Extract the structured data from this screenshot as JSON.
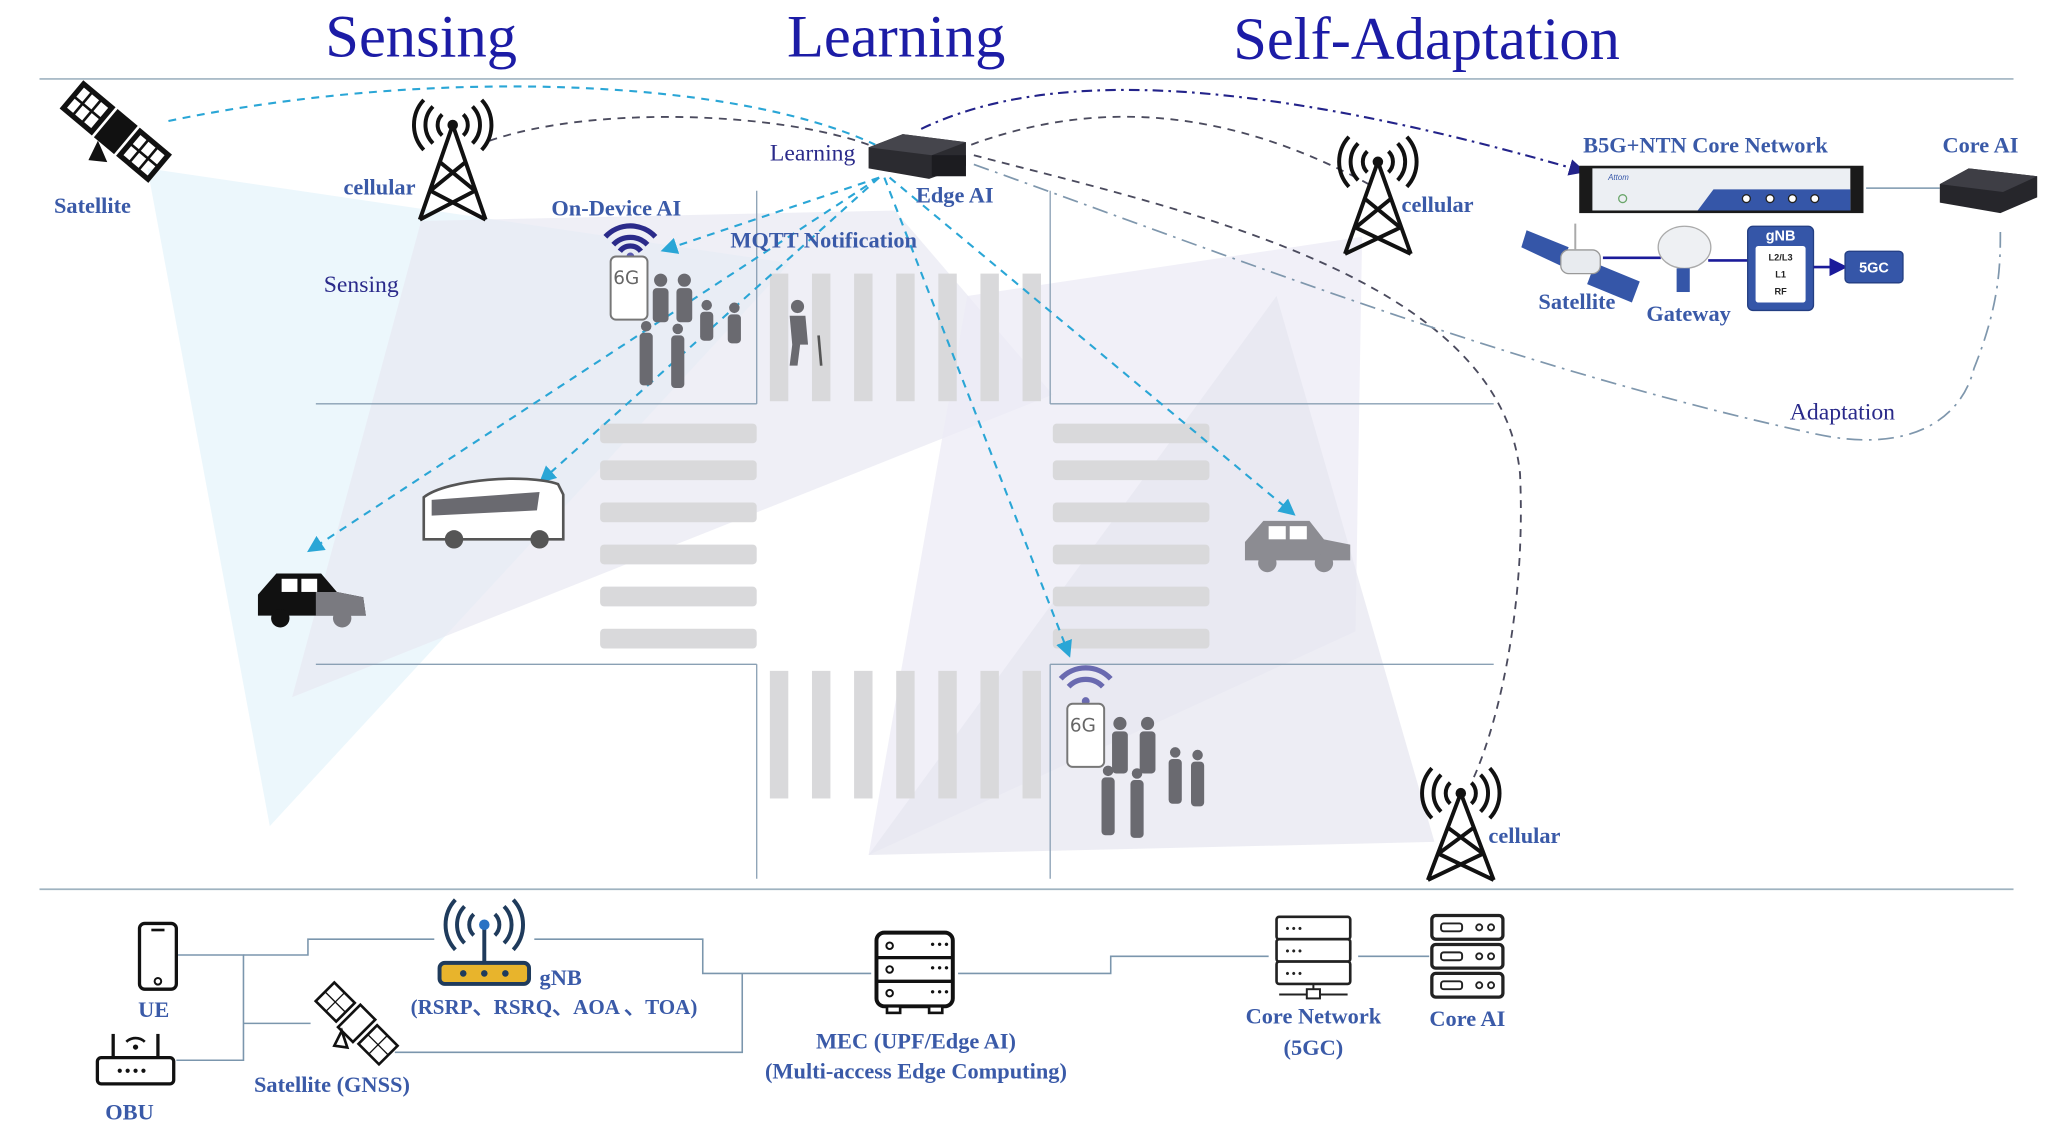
{
  "titles": {
    "sensing": "Sensing",
    "learning": "Learning",
    "self_adaptation": "Self-Adaptation"
  },
  "scene": {
    "satellite_label": "Satellite",
    "cellular_labels": [
      "cellular",
      "cellular",
      "cellular"
    ],
    "sensing_label": "Sensing",
    "on_device_ai_label": "On-Device AI",
    "learning_label": "Learning",
    "edge_ai_label": "Edge AI",
    "mqtt_label": "MQTT Notification",
    "adaptation_label": "Adaptation",
    "phone_badge": "6G"
  },
  "core_panel": {
    "b5g_label": "B5G+NTN Core Network",
    "core_ai_label": "Core AI",
    "satellite_label": "Satellite",
    "gateway_label": "Gateway",
    "gnb_box": {
      "title": "gNB",
      "layers": [
        "L2/L3",
        "L1",
        "RF"
      ]
    },
    "fivegc_label": "5GC",
    "device_brand": "Attom"
  },
  "bottom": {
    "ue_label": "UE",
    "obu_label": "OBU",
    "gnb_label": "gNB",
    "gnb_metrics": "(RSRP、RSRQ、AOA 、TOA)",
    "gnss_label": "Satellite (GNSS)",
    "mec_line1": "MEC (UPF/Edge AI)",
    "mec_line2": "(Multi-access Edge Computing)",
    "core_network_line1": "Core Network",
    "core_network_line2": "(5GC)",
    "core_ai_label": "Core AI"
  },
  "colors": {
    "title": "#1c1ca6",
    "label": "#3a5aa8",
    "notify_link": "#2aa6d6",
    "control_link": "#4b4b5e",
    "core_link": "#23238a",
    "core_box": "#3556a8"
  }
}
